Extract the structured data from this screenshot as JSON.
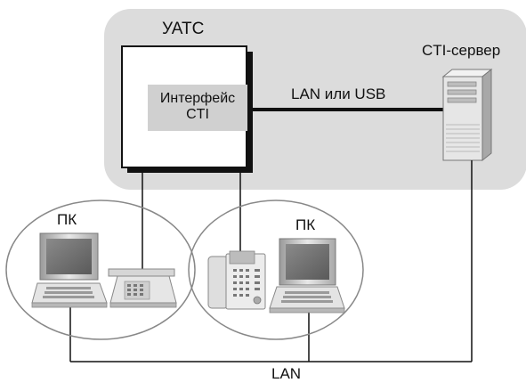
{
  "diagram": {
    "pbx_label": "УАТС",
    "pbx_interface_line1": "Интерфейс",
    "pbx_interface_line2": "CTI",
    "link_label": "LAN или USB",
    "server_label": "CTI-сервер",
    "pc_group_left_label": "ПК",
    "pc_group_right_label": "ПК",
    "lan_label": "LAN"
  },
  "colors": {
    "zone_fill": "#dcdcdc",
    "line": "#111111",
    "ellipse_stroke": "#888888"
  },
  "icons": [
    "pbx-box",
    "cti-server-icon",
    "pc-computer-icon",
    "telephone-icon",
    "ip-phone-icon"
  ]
}
